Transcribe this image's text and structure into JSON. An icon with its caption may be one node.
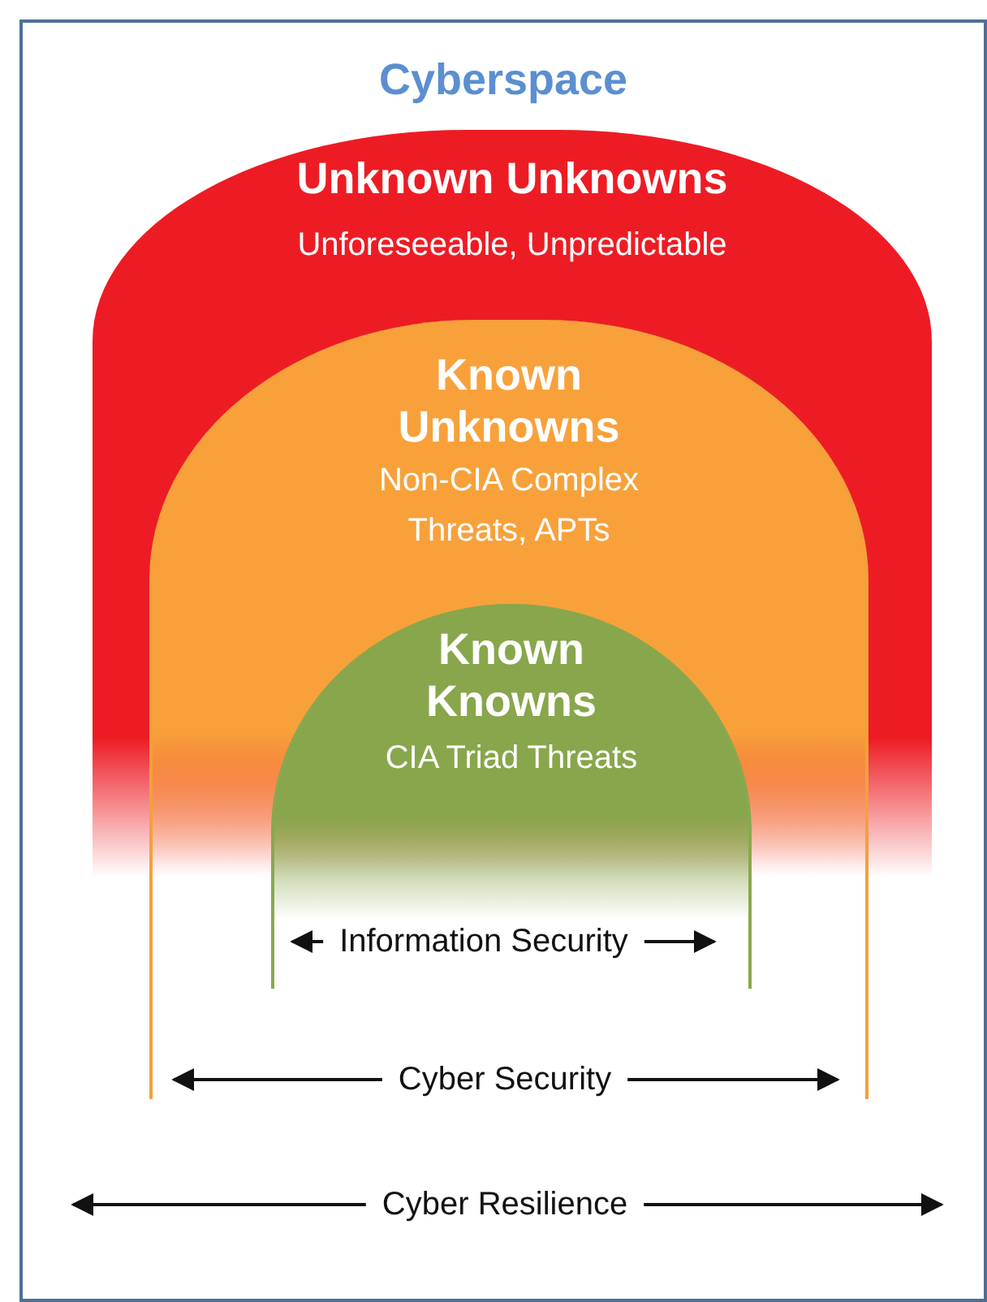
{
  "diagram": {
    "nodes": [
      {
        "text": [
          "Cyberspace"
        ]
      },
      {
        "text": [
          "Unknown Unknowns",
          "Unforeseeable, Unpredictable"
        ],
        "in": 0
      },
      {
        "text": [
          "Known Unknowns",
          "Non-CIA Complex Threats, APTs"
        ],
        "in": 1
      },
      {
        "text": [
          "Known Knowns",
          "CIA Triad Threats"
        ],
        "in": 2
      }
    ],
    "edges": [],
    "labels": [
      "Information Security",
      "Cyber Security",
      "Cyber Resilience"
    ]
  }
}
